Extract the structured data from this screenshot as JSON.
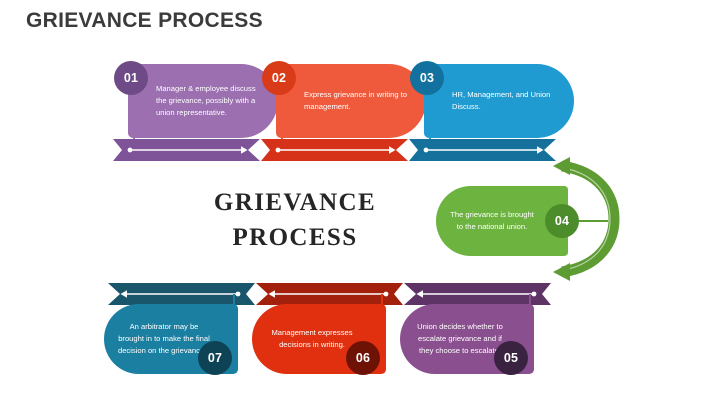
{
  "page_title": "GRIEVANCE PROCESS",
  "center_title": {
    "line1": "GRIEVANCE",
    "line2": "PROCESS"
  },
  "colors": {
    "heading": "#3b3b3b",
    "center_title": "#262626",
    "step01_fill": "#9B6FB0",
    "step01_badge": "#6E4B86",
    "step01_ribbon": "#7E5398",
    "step02_fill": "#F05A3C",
    "step02_badge": "#D93A17",
    "step02_ribbon": "#D6321A",
    "step03_fill": "#1F9BD1",
    "step03_badge": "#12719E",
    "step03_ribbon": "#15719B",
    "step04_fill": "#6CB33F",
    "step04_badge": "#4C8C2B",
    "step04_arc": "#5D9B33",
    "step05_fill": "#8A4F8E",
    "step05_badge": "#3A2340",
    "step05_ribbon": "#5E3466",
    "step06_fill": "#E03010",
    "step06_badge": "#6E1206",
    "step06_ribbon": "#A3200C",
    "step07_fill": "#1A7FA0",
    "step07_badge": "#0E4255",
    "step07_ribbon": "#19556B",
    "background": "#ffffff"
  },
  "steps": [
    {
      "number": "01",
      "text": "Manager & employee discuss the grievance, possibly with a union representative.",
      "row": "top",
      "arrow_direction": "right"
    },
    {
      "number": "02",
      "text": "Express grievance in writing to management.",
      "row": "top",
      "arrow_direction": "right"
    },
    {
      "number": "03",
      "text": "HR, Management, and Union Discuss.",
      "row": "top",
      "arrow_direction": "right"
    },
    {
      "number": "04",
      "text": "The grievance is brought to the national union.",
      "row": "middle",
      "arrow_direction": "down"
    },
    {
      "number": "05",
      "text": "Union decides whether to escalate grievance and if they choose to escalate.",
      "row": "bottom",
      "arrow_direction": "left"
    },
    {
      "number": "06",
      "text": "Management expresses decisions in writing.",
      "row": "bottom",
      "arrow_direction": "left"
    },
    {
      "number": "07",
      "text": "An arbitrator may be brought in to make the final decision on the grievances.",
      "row": "bottom",
      "arrow_direction": "left"
    }
  ]
}
